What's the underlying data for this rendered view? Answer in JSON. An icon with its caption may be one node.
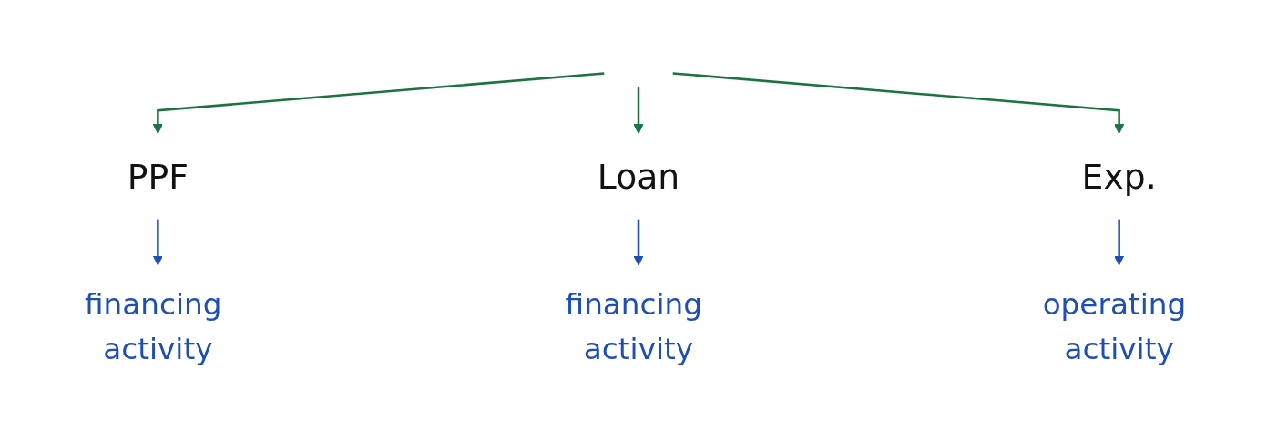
{
  "diagram": {
    "nodes": [
      {
        "text": [
          "PPF"
        ]
      },
      {
        "text": [
          "Loan"
        ]
      },
      {
        "text": [
          "Exp."
        ]
      },
      {
        "text": [
          "financing activity"
        ]
      },
      {
        "text": [
          "financing activity"
        ]
      },
      {
        "text": [
          "operating activity"
        ]
      }
    ],
    "edges": [
      {
        "from": null,
        "to": 0,
        "arrow": "to",
        "color": "#1a7340"
      },
      {
        "from": null,
        "to": 1,
        "arrow": "to",
        "color": "#1a7340"
      },
      {
        "from": null,
        "to": 2,
        "arrow": "to",
        "color": "#1a7340"
      },
      {
        "from": 0,
        "to": 3,
        "arrow": "to",
        "color": "#1f4fb5"
      },
      {
        "from": 1,
        "to": 4,
        "arrow": "to",
        "color": "#1f4fb5"
      },
      {
        "from": 2,
        "to": 5,
        "arrow": "to",
        "color": "#1f4fb5"
      }
    ]
  }
}
